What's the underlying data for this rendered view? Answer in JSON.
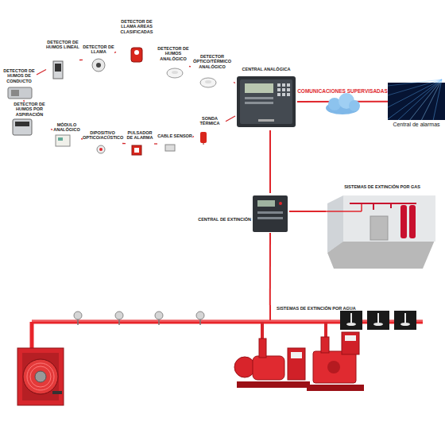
{
  "diagram": {
    "nodes": [
      {
        "text": [
          "DETECTOR DE HUMOS DE CONDUCTO"
        ]
      },
      {
        "text": [
          "DETECTOR DE HUMOS LINEAL"
        ]
      },
      {
        "text": [
          "DETECTOR DE LLAMA"
        ]
      },
      {
        "text": [
          "DETECTOR DE LLAMA AREAS CLASIFICADAS"
        ]
      },
      {
        "text": [
          "DETECTOR DE HUMOS ANALÓGICO"
        ]
      },
      {
        "text": [
          "DETECTOR ÓPTICO/TÉRMICO ANALÓGICO"
        ]
      },
      {
        "text": [
          "CENTRAL ANALÓGICA"
        ]
      },
      {
        "text": [
          "Central de alarmas"
        ]
      },
      {
        "text": [
          "DETECTOR DE HUMOS POR ASPIRACIÓN"
        ]
      },
      {
        "text": [
          "MÓDULO ANALÓGICO"
        ]
      },
      {
        "text": [
          "DIPOSITIVO OPTICO/ACÚSTICO"
        ]
      },
      {
        "text": [
          "PULSADOR DE ALARMA"
        ]
      },
      {
        "text": [
          "CABLE SENSOR"
        ]
      },
      {
        "text": [
          "SONDA TÉRMICA"
        ]
      },
      {
        "text": [
          "CENTRAL DE EXTINCIÓN"
        ]
      },
      {
        "text": [
          "SISTEMAS DE EXTINCIÓN POR GAS"
        ]
      },
      {
        "text": [
          "SISTEMAS DE EXTINCIÓN POR AGUA"
        ]
      }
    ],
    "edges": [
      {
        "from": 0,
        "to": 1,
        "arrow": "none"
      },
      {
        "from": 1,
        "to": 2,
        "arrow": "none"
      },
      {
        "from": 2,
        "to": 3,
        "arrow": "none"
      },
      {
        "from": 3,
        "to": 4,
        "arrow": "none"
      },
      {
        "from": 4,
        "to": 5,
        "arrow": "none"
      },
      {
        "from": 5,
        "to": 6,
        "arrow": "none"
      },
      {
        "from": 6,
        "to": 13,
        "arrow": "none"
      },
      {
        "from": 13,
        "to": 12,
        "arrow": "none"
      },
      {
        "from": 12,
        "to": 11,
        "arrow": "none"
      },
      {
        "from": 11,
        "to": 10,
        "arrow": "none"
      },
      {
        "from": 10,
        "to": 9,
        "arrow": "none"
      },
      {
        "from": 9,
        "to": 8,
        "arrow": "none"
      },
      {
        "from": 8,
        "to": 0,
        "arrow": "none"
      },
      {
        "from": 6,
        "to": 7,
        "label": "COMUNICACIONES SUPERVISADAS",
        "arrow": "none"
      },
      {
        "from": 6,
        "to": 14,
        "arrow": "none"
      },
      {
        "from": 14,
        "to": 15,
        "arrow": "none"
      },
      {
        "from": 14,
        "to": 16,
        "arrow": "none"
      }
    ]
  }
}
